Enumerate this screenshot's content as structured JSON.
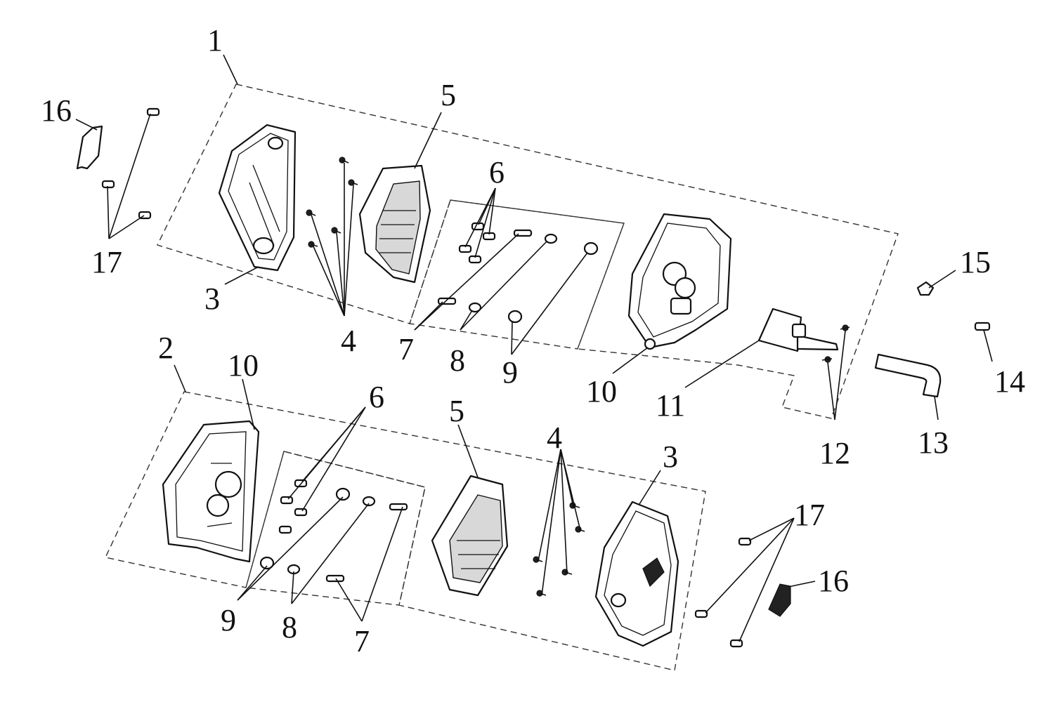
{
  "callouts": {
    "top": {
      "assembly": "1",
      "cover": "3",
      "screws_a": "4",
      "filter": "5",
      "screws_b": "6",
      "bolt": "7",
      "washer": "8",
      "grommet": "9",
      "housing": "10",
      "sensor": "11",
      "screws_c": "12",
      "hose": "13",
      "clip_a": "14",
      "clip_b": "15",
      "emblem": "16",
      "pins": "17"
    },
    "bottom": {
      "assembly": "2",
      "housing": "10",
      "screws_b": "6",
      "filter": "5",
      "screws_a": "4",
      "cover": "3",
      "pins": "17",
      "emblem": "16",
      "grommet": "9",
      "washer": "8",
      "bolt": "7"
    }
  }
}
